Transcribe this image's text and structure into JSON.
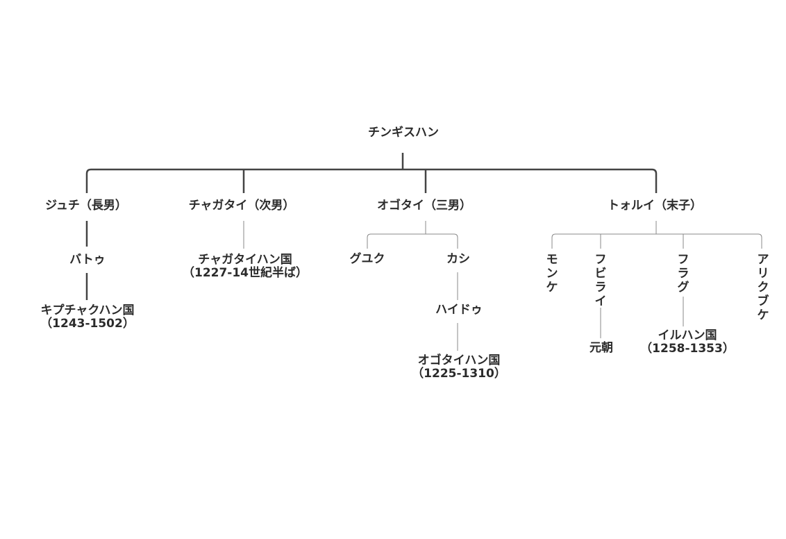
{
  "root": "チンギスハン",
  "sons": {
    "juchi": "ジュチ（長男）",
    "chagatai": "チャガタイ（次男）",
    "ogodei": "オゴタイ（三男）",
    "tolui": "トォルイ（末子）"
  },
  "juchi_line": {
    "batu": "バトゥ",
    "khanate": "キプチャクハン国",
    "years": "（1243-1502）"
  },
  "chagatai_line": {
    "khanate": "チャガタイハン国",
    "years": "（1227-14世紀半ば）"
  },
  "ogodei_line": {
    "guyuk": "グユク",
    "kashi": "カシ",
    "kaidu": "ハイドゥ",
    "khanate": "オゴタイハン国",
    "years": "（1225-1310）"
  },
  "tolui_line": {
    "mongke": "モンケ",
    "kublai": "フビライ",
    "yuan": "元朝",
    "hulagu": "フラグ",
    "ilkhanate": "イルハン国",
    "ilkhanate_years": "（1258-1353）",
    "ariqboke": "アリクブケ"
  }
}
